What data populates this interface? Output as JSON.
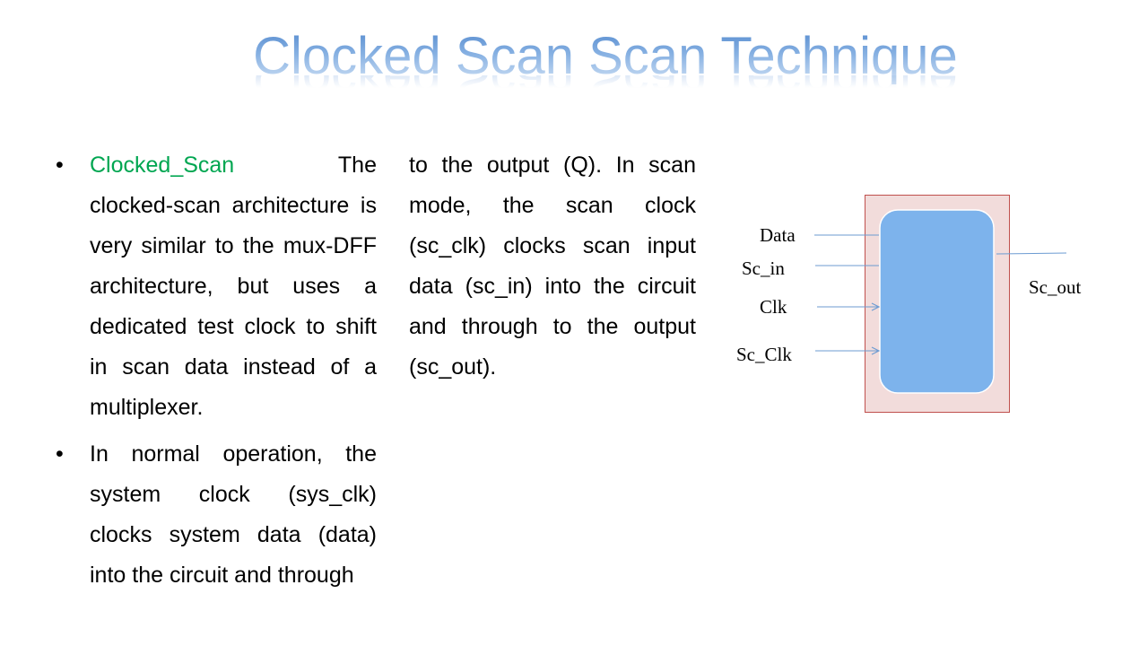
{
  "title": "Clocked Scan Scan Technique",
  "bullets": [
    {
      "highlight": "Clocked_Scan",
      "text": "The clocked-scan architecture is very similar to the mux-DFF architecture, but uses a dedicated test clock to shift in scan data instead of a multiplexer."
    },
    {
      "text_part1": "In normal operation, the system clock (sys_clk) clocks system data (data) into the circuit and through",
      "text_part2": "to the output (Q). In scan mode, the scan clock (sc_clk) clocks scan input data (sc_in) into the circuit and through to the output (sc_out)."
    }
  ],
  "bullet_glyph": "•",
  "diagram": {
    "inputs": [
      "Data",
      "Sc_in",
      "Clk",
      "Sc_Clk"
    ],
    "output": "Sc_out",
    "colors": {
      "outer_fill": "#f2dcdb",
      "outer_border": "#c0504d",
      "inner_fill": "#7db3ec",
      "wire": "#6c9bd2",
      "highlight": "#00a651"
    }
  }
}
